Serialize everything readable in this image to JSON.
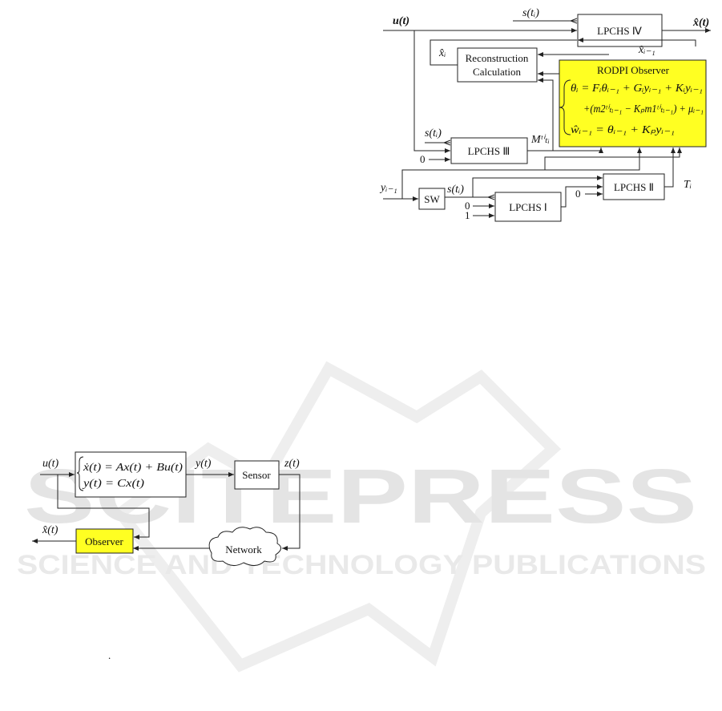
{
  "watermark": {
    "logo": "SCITEPRESS",
    "subtitle": "SCIENCE AND TECHNOLOGY PUBLICATIONS"
  },
  "top_diagram": {
    "input_u": "u(t)",
    "output_xhat": "x̂(t)",
    "s_ti_top": "s(tᵢ)",
    "lpchs4": "LPCHS Ⅳ",
    "xhat_i": "x̂ᵢ",
    "xhat_i_minus1": "x̂ᵢ₋₁",
    "recon_line1": "Reconstruction",
    "recon_line2": "Calculation",
    "rodpi_title": "RODPI Observer",
    "eq1": "θᵢ = Fᵢθᵢ₋₁ + Gᵢyᵢ₋₁ + Kᵢyᵢ₋₁",
    "eq2": "+(m2ᵗⁱₜᵢ₋₁ − Kₚm1ᵗⁱₜᵢ₋₁) + μᵢ₋₁",
    "eq3": "ŵᵢ₋₁ = θᵢ₋₁ + Kₚyᵢ₋₁",
    "s_ti_mid": "s(tᵢ)",
    "lpchs3": "LPCHS Ⅲ",
    "m_label": "Mᵗⁱₜᵢ",
    "zero_a": "0",
    "y_in": "yᵢ₋₁",
    "sw": "SW",
    "s_ti_low": "s(tᵢ)",
    "lpchs1": "LPCHS Ⅰ",
    "lpchs2": "LPCHS Ⅱ",
    "t_label": "Tᵢ",
    "zero_b": "0",
    "zero_c": "0",
    "one": "1"
  },
  "bottom_diagram": {
    "input_u": "u(t)",
    "sys_eq1": "ẋ(t) = Ax(t) + Bu(t)",
    "sys_eq2": "y(t) = Cx(t)",
    "y_label": "y(t)",
    "sensor": "Sensor",
    "z_label": "z(t)",
    "output_xhat": "x̂(t)",
    "observer": "Observer",
    "network": "Network"
  },
  "footer_mark": ".",
  "colors": {
    "highlight": "#ffff22",
    "line": "#222222",
    "watermark": "#e4e4e4"
  }
}
